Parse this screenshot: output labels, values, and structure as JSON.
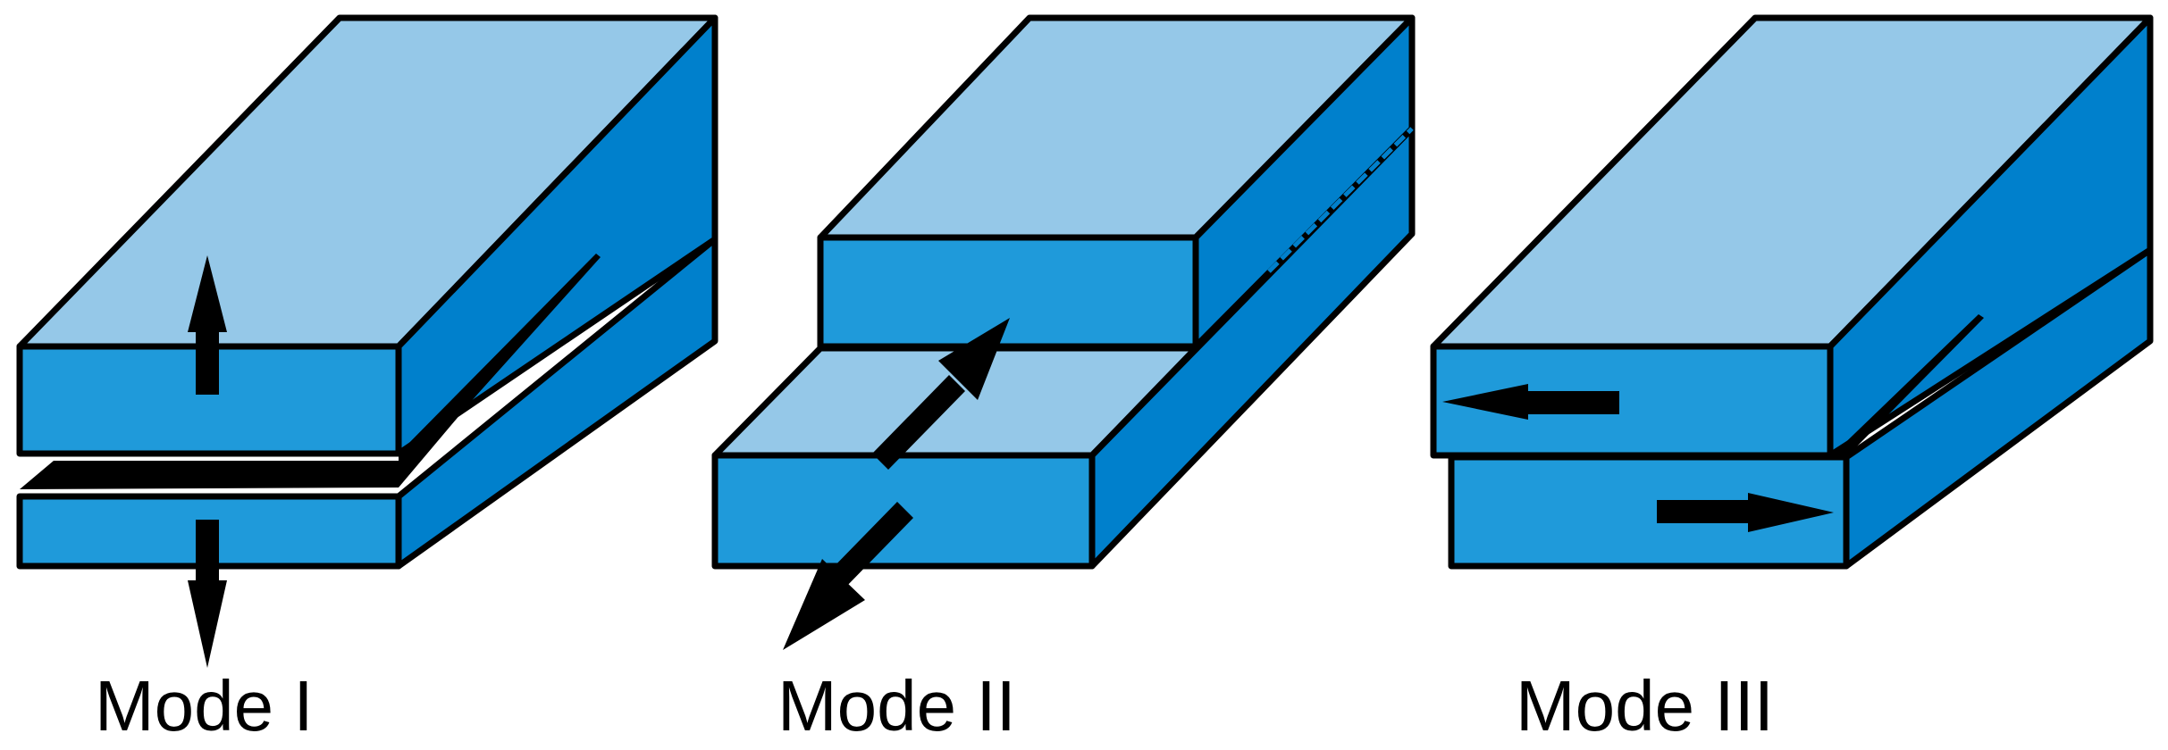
{
  "colors": {
    "top_face": "#95C8E8",
    "front_face": "#1F9ADA",
    "side_face": "#0080CC",
    "edge": "#000000",
    "arrow": "#000000",
    "background": "#FFFFFF"
  },
  "captions": {
    "mode1": "Mode I",
    "mode2": "Mode II",
    "mode3": "Mode III"
  }
}
